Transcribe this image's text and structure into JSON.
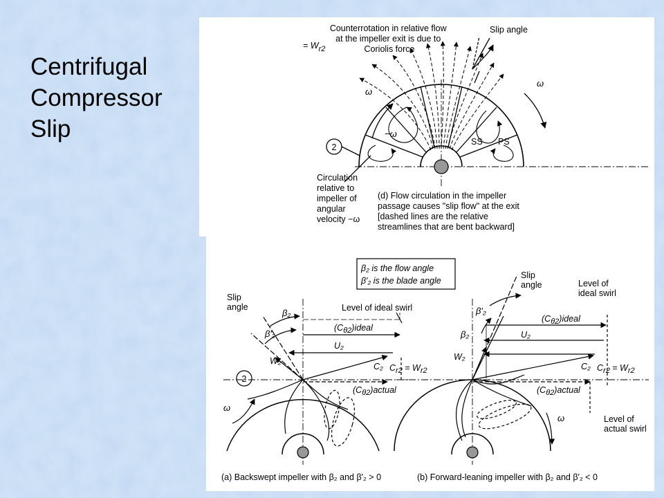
{
  "slide": {
    "title_lines": [
      "Centrifugal",
      "Compressor",
      "Slip"
    ]
  },
  "top_figure": {
    "w_r2_label": "= W",
    "w_r2_sub": "r2",
    "counterrotation_lines": [
      "Counterrotation in relative flow",
      "at the impeller exit is due to",
      "Coriolis force"
    ],
    "slip_angle": "Slip angle",
    "omega": "ω",
    "neg_omega": "−ω",
    "ss": "SS",
    "ps": "PS",
    "station": "2",
    "circulation_lines": [
      "Circulation",
      "relative to",
      "impeller of",
      "angular",
      "velocity −ω"
    ],
    "caption_lines": [
      "(d) Flow circulation in the impeller",
      "passage causes  \"slip flow\" at the exit",
      "[dashed lines are the relative",
      "streamlines that are bent backward]"
    ]
  },
  "bottom_figure": {
    "legend_lines": [
      "β₂ is the flow angle",
      "β′₂ is the blade angle"
    ],
    "left": {
      "slip_angle_lines": [
        "Slip",
        "angle"
      ],
      "beta2": "β₂",
      "beta2p": "β′₂",
      "level_ideal": "Level of ideal swirl",
      "c_ideal": "(C",
      "c_ideal_sub": "θ2",
      "c_ideal_tail": ")ideal",
      "u2": "U₂",
      "w2": "W₂",
      "c2": "C₂",
      "cr2": "C",
      "cr2_sub": "r2",
      "cr2_tail": " = W",
      "cr2_tail_sub": "r2",
      "c_actual": "(C",
      "c_actual_sub": "θ2",
      "c_actual_tail": ")actual",
      "station": "2",
      "omega": "ω",
      "caption": "(a) Backswept impeller with β₂ and β′₂ > 0"
    },
    "right": {
      "slip_angle_lines": [
        "Slip",
        "angle"
      ],
      "beta2": "β₂",
      "beta2p": "β′₂",
      "level_ideal_lines": [
        "Level of",
        "ideal swirl"
      ],
      "c_ideal": "(C",
      "c_ideal_sub": "θ2",
      "c_ideal_tail": ")ideal",
      "u2": "U₂",
      "w2": "W₂",
      "c2": "C₂",
      "cr2": "C",
      "cr2_sub": "r2",
      "cr2_tail": " = W",
      "cr2_tail_sub": "r2",
      "c_actual": "(C",
      "c_actual_sub": "θ2",
      "c_actual_tail": ")actual",
      "omega": "ω",
      "level_actual_lines": [
        "Level of",
        "actual swirl"
      ],
      "caption": "(b) Forward-leaning impeller with β₂ and β′₂ < 0"
    }
  }
}
